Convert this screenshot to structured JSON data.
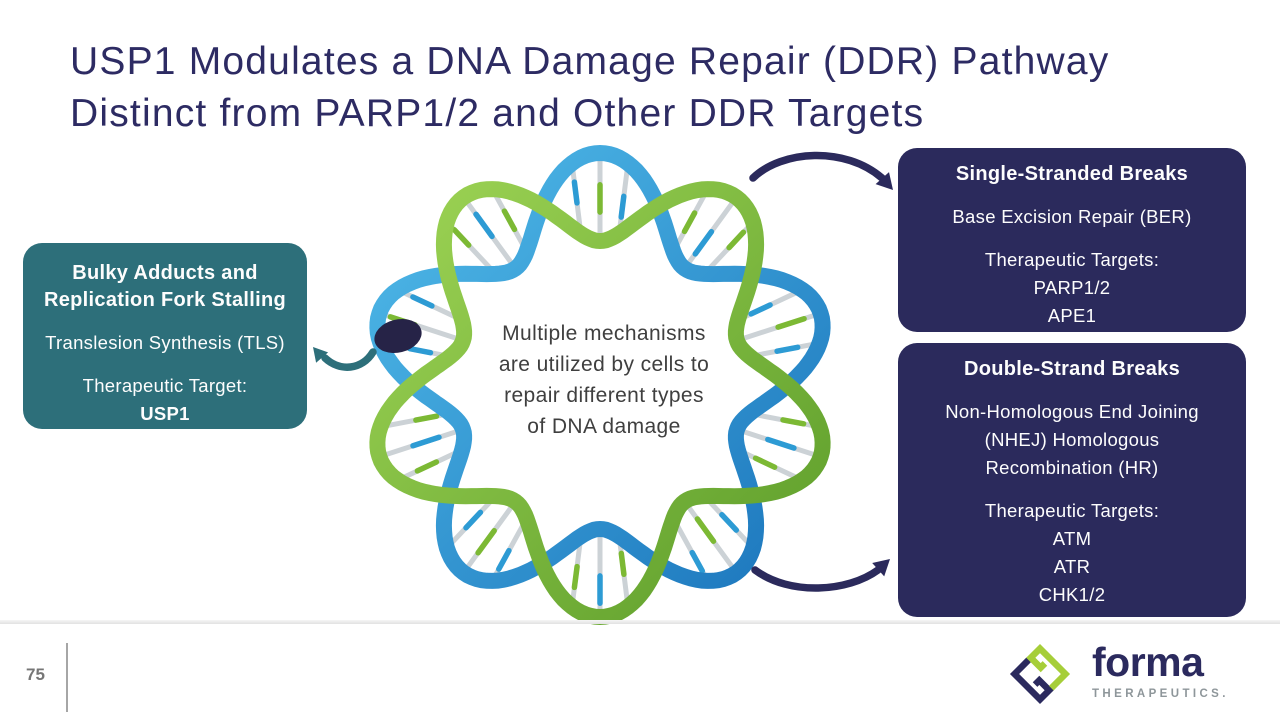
{
  "title": {
    "line1": "USP1 Modulates a DNA Damage Repair (DDR) Pathway",
    "line2": "Distinct from PARP1/2 and Other DDR Targets"
  },
  "center_note": {
    "line1": "Multiple mechanisms",
    "line2": "are utilized by cells to",
    "line3": "repair different types",
    "line4": "of DNA damage"
  },
  "callouts": {
    "bulky_adducts": {
      "heading_line1": "Bulky Adducts and",
      "heading_line2": "Replication Fork Stalling",
      "mechanism": "Translesion Synthesis (TLS)",
      "targets_label": "Therapeutic Target:",
      "target1": "USP1"
    },
    "single_stranded": {
      "heading": "Single-Stranded Breaks",
      "mechanism": "Base Excision Repair (BER)",
      "targets_label": "Therapeutic Targets:",
      "target1": "PARP1/2",
      "target2": "APE1"
    },
    "double_strand": {
      "heading": "Double-Strand Breaks",
      "mechanism_line1": "Non-Homologous End Joining",
      "mechanism_line2": "(NHEJ) Homologous",
      "mechanism_line3": "Recombination (HR)",
      "targets_label": "Therapeutic Targets:",
      "target1": "ATM",
      "target2": "ATR",
      "target3": "CHK1/2"
    }
  },
  "footer": {
    "page_number": "75",
    "logo_name": "forma",
    "logo_tagline": "THERAPEUTICS."
  },
  "colors": {
    "title_navy": "#2D2B63",
    "box_navy": "#2B2A5C",
    "box_teal": "#2D6F7A",
    "dna_green": "#7CB934",
    "dna_green_dark": "#5E9E2B",
    "dna_blue": "#2D9BD4",
    "dna_blue_dark": "#1B75BC",
    "rung_gray": "#CCD2D6",
    "adduct_navy": "#262347",
    "logo_green": "#A6CE39",
    "logo_navy": "#2B2A5E"
  }
}
